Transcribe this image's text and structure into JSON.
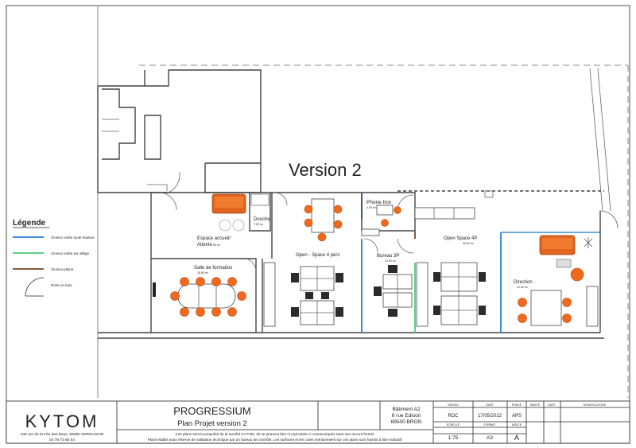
{
  "version_title": "Version 2",
  "legend": {
    "title": "Légende",
    "items": [
      {
        "label": "Cloison vitrée toute hauteur",
        "color": "#3b8fd8"
      },
      {
        "label": "Cloison vitrée sur allège",
        "color": "#5fd08a"
      },
      {
        "label": "Cloison pleine",
        "color": "#8a5a3a"
      },
      {
        "label": "Porte en bois",
        "color": "#222222"
      }
    ]
  },
  "rooms": {
    "phone_box": {
      "name": "Phone box",
      "area": "4.90 m²"
    },
    "douche": {
      "name": "Douche",
      "area": "7.00 m²"
    },
    "accueil": {
      "name": "Espace accueil/",
      "name2": "Attente",
      "area": "50 m²"
    },
    "formation": {
      "name": "Salle de formation",
      "area": "18.50 m²"
    },
    "open4": {
      "name": "Open - Space 4 pers"
    },
    "bureau3": {
      "name": "Bureau 3P",
      "area": "12.50 m²"
    },
    "open4p": {
      "name": "Open Space 4P",
      "area": "30.20 m²"
    },
    "direction": {
      "name": "Direction",
      "area": "21.00 m²"
    }
  },
  "title_block": {
    "company": "KYTOM",
    "company_address": "230 rue de la Fée des Eaux, 69390 VERNAISON",
    "company_phone": "04 78 73 85 54",
    "project": "PROGRESSIUM",
    "subtitle": "Plan Projet version 2",
    "building": "Bâtiment A2",
    "street": "6 rue Edison",
    "city": "69500 BRON",
    "headers": {
      "niveau": "NIVEAU",
      "date": "DATE",
      "phase": "PHASE",
      "indice": "INDICE",
      "date2": "DATE",
      "modifications": "MODIFICATIONS",
      "echelle": "ECHELLE",
      "format": "FORMAT",
      "indice2": "INDICE"
    },
    "values": {
      "niveau": "RDC",
      "date": "17/05/2022",
      "phase": "APS",
      "echelle": "1:75",
      "format": "A3",
      "indice": "A"
    },
    "notice1": "Ces plans sont la propriété de la société KYTOM. Ils ne peuvent être ni reproduits ni communiqués sans son accord formel.",
    "notice2": "Plans établis sous réserve de validation technique par un bureau de contrôle. Les surfaces et les cotes mentionnées sur ces plans sont fournis à titre indicatif."
  }
}
